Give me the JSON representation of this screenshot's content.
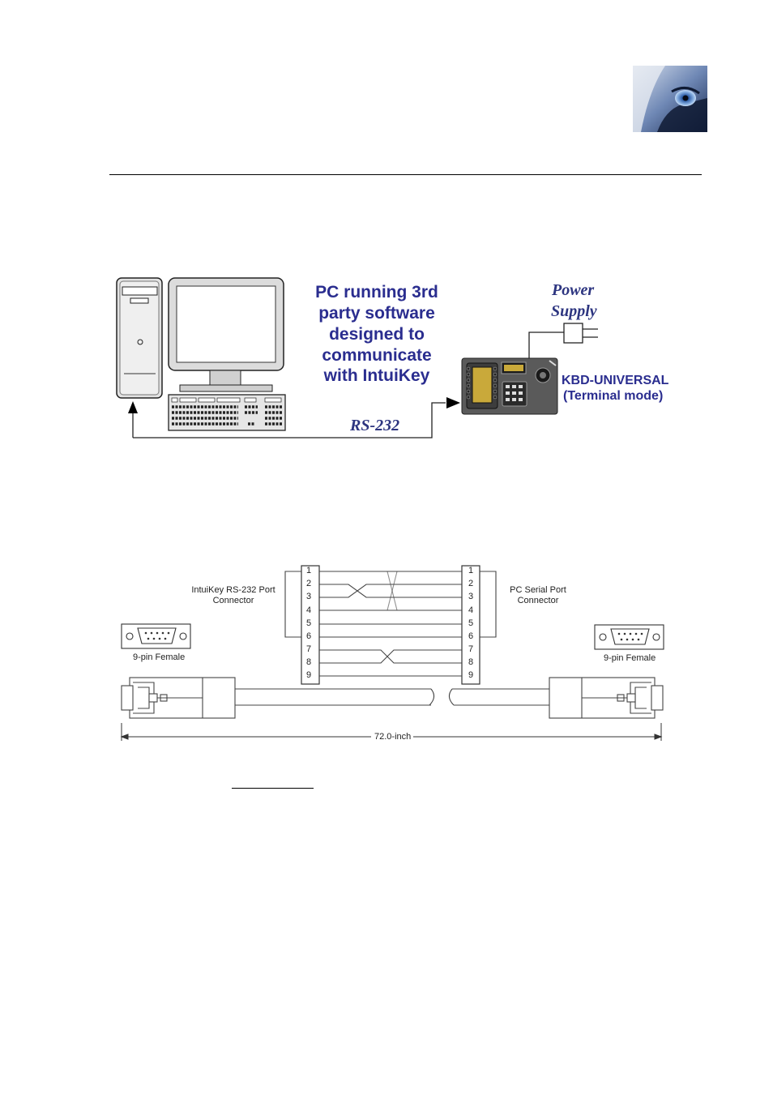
{
  "header": {
    "logo_icon": "wolf-eye-logo"
  },
  "diagram1": {
    "pc_text": [
      "PC running 3rd",
      "party software",
      "designed to",
      "communicate",
      "with IntuiKey"
    ],
    "power_supply": [
      "Power",
      "Supply"
    ],
    "kbd_label": [
      "KBD-UNIVERSAL",
      "(Terminal mode)"
    ],
    "link_label": "RS-232",
    "colors": {
      "text_blue": "#2a2d8f",
      "italic_blue": "#2d3580"
    }
  },
  "diagram2": {
    "left_connector_label": [
      "IntuiKey RS-232 Port",
      "Connector"
    ],
    "right_connector_label": [
      "PC Serial Port",
      "Connector"
    ],
    "left_plug_label": "9-pin Female",
    "right_plug_label": "9-pin Female",
    "pins": [
      "1",
      "2",
      "3",
      "4",
      "5",
      "6",
      "7",
      "8",
      "9"
    ],
    "length_label": "72.0-inch"
  }
}
